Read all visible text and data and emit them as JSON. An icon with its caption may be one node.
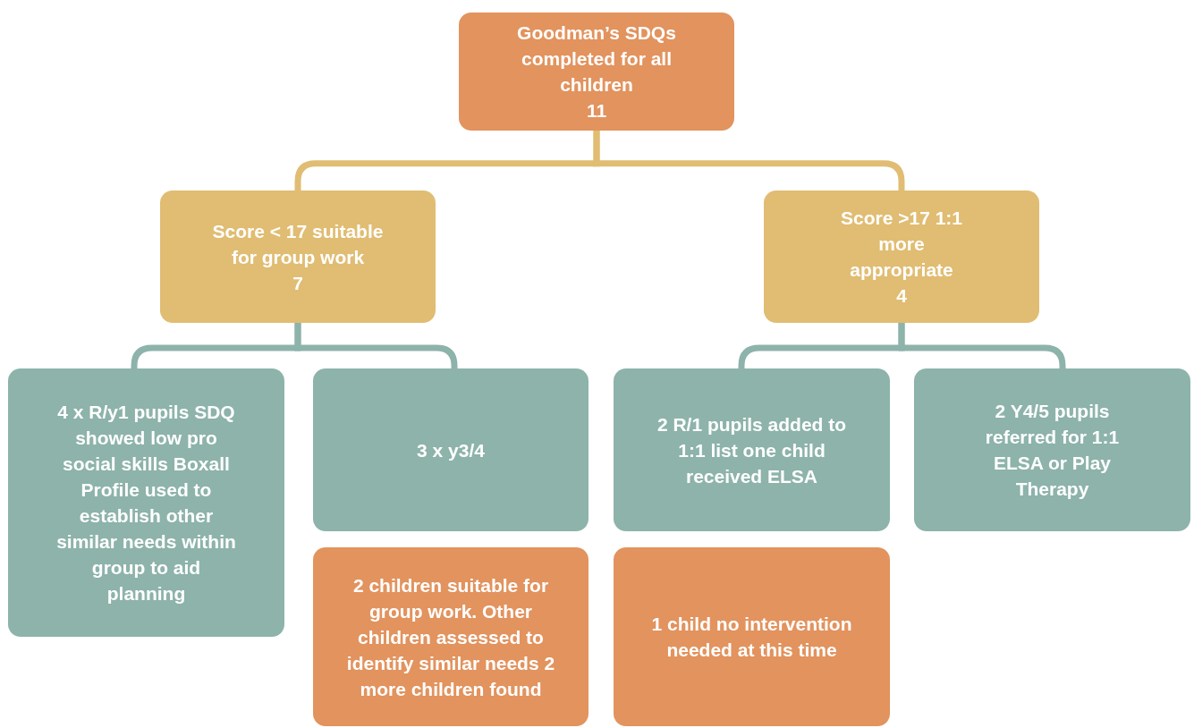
{
  "diagram": {
    "nodes": [
      {
        "text": [
          "Goodman’s SDQs completed for all children",
          "11"
        ]
      },
      {
        "text": [
          "Score < 17 suitable for group work",
          "7"
        ]
      },
      {
        "text": [
          "Score >17 1:1 more appropriate",
          "4"
        ]
      },
      {
        "text": [
          "4 x R/y1 pupils SDQ showed low pro social skills Boxall Profile used to establish other similar needs within group to aid planning"
        ]
      },
      {
        "text": [
          "3 x y3/4"
        ]
      },
      {
        "text": [
          "2 R/1 pupils added to 1:1 list one child received ELSA"
        ]
      },
      {
        "text": [
          "2 Y4/5 pupils referred for 1:1 ELSA or Play Therapy"
        ]
      },
      {
        "text": [
          "2 children suitable for group work. Other children assessed to identify similar needs 2 more children found"
        ]
      },
      {
        "text": [
          "1 child no intervention needed at this time"
        ]
      }
    ],
    "edges": [
      {
        "from": 0,
        "to": 1,
        "arrow": "none",
        "color": "#e0bd73"
      },
      {
        "from": 0,
        "to": 2,
        "arrow": "none",
        "color": "#e0bd73"
      },
      {
        "from": 1,
        "to": 3,
        "arrow": "none"
      },
      {
        "from": 1,
        "to": 4,
        "arrow": "none"
      },
      {
        "from": 2,
        "to": 5,
        "arrow": "none"
      },
      {
        "from": 2,
        "to": 6,
        "arrow": "none"
      }
    ]
  }
}
